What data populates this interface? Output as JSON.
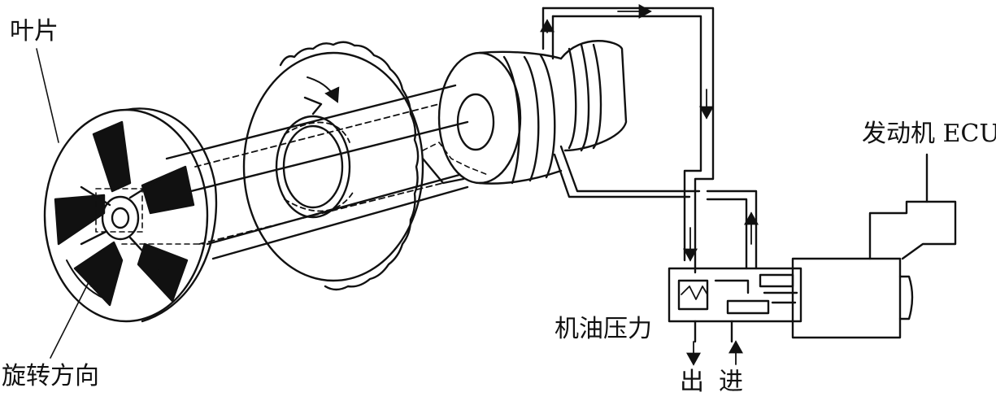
{
  "labels": {
    "vane": "叶片",
    "rotation_direction": "旋转方向",
    "engine_ecu": "发动机 ECU",
    "oil_pressure": "机油压力",
    "outlet": "出",
    "inlet": "进"
  },
  "colors": {
    "ink": "#111111",
    "paper": "#ffffff"
  }
}
